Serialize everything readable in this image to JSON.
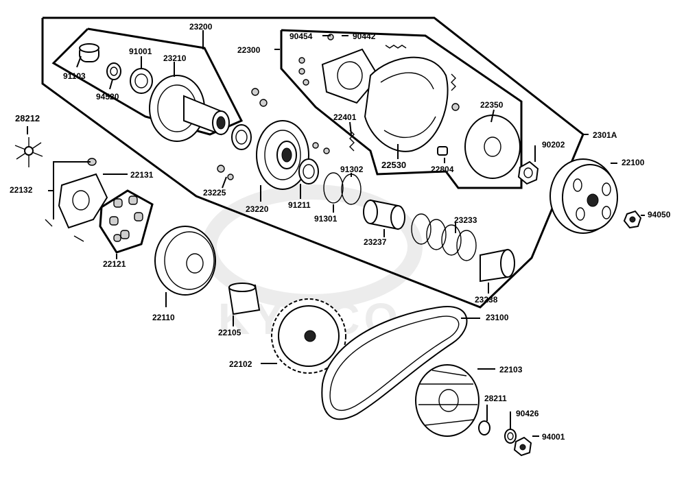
{
  "watermark": "KYMCO",
  "labels": {
    "p23200": "23200",
    "p22300": "22300",
    "p90454": "90454",
    "p90442": "90442",
    "p91001": "91001",
    "p23210": "23210",
    "p91103": "91103",
    "p94520": "94520",
    "p22401": "22401",
    "p22350": "22350",
    "p28212": "28212",
    "p22131": "22131",
    "p22132": "22132",
    "p22121": "22121",
    "p23225": "23225",
    "p23220": "23220",
    "p91211": "91211",
    "p91302": "91302",
    "p91301": "91301",
    "p22530": "22530",
    "p22804": "22804",
    "p90202": "90202",
    "p2301A": "2301A",
    "p22100": "22100",
    "p94050": "94050",
    "p23237": "23237",
    "p23233": "23233",
    "p23238": "23238",
    "p22110": "22110",
    "p22105": "22105",
    "p23100": "23100",
    "p22102": "22102",
    "p22103": "22103",
    "p28211": "28211",
    "p90426": "90426",
    "p94001": "94001"
  }
}
